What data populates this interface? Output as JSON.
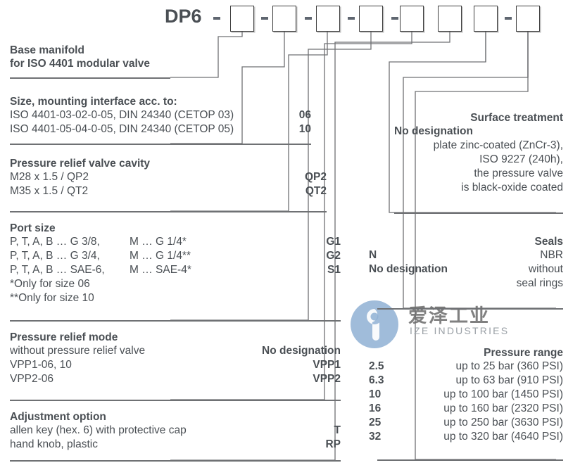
{
  "order_code": {
    "prefix": "DP6",
    "separator": "-",
    "boxes": [
      "",
      "",
      "",
      "",
      "",
      "",
      "",
      ""
    ]
  },
  "watermark": {
    "cn": "爱泽工业",
    "en": "IZE INDUSTRIES"
  },
  "blocks": {
    "base_manifold": {
      "title_line1": "Base manifold",
      "title_line2": "for ISO 4401 modular valve"
    },
    "size": {
      "title": "Size, mounting interface acc. to:",
      "rows": [
        {
          "desc": "ISO 4401-03-02-0-05, DIN 24340 (CETOP 03)",
          "code": "06"
        },
        {
          "desc": "ISO 4401-05-04-0-05, DIN 24340 (CETOP 05)",
          "code": "10"
        }
      ]
    },
    "cavity": {
      "title": "Pressure relief valve cavity",
      "rows": [
        {
          "desc": "M28 x 1.5 / QP2",
          "code": "QP2"
        },
        {
          "desc": "M35 x 1.5 / QT2",
          "code": "QT2"
        }
      ]
    },
    "port_size": {
      "title": "Port size",
      "rows": [
        {
          "ports": "P, T, A, B … G 3/8,",
          "m": "M … G 1/4*",
          "code": "G1"
        },
        {
          "ports": "P, T, A, B … G 3/4,",
          "m": "M … G 1/4**",
          "code": "G2"
        },
        {
          "ports": "P, T, A, B … SAE-6,",
          "m": "M … SAE-4*",
          "code": "S1"
        }
      ],
      "notes": [
        "*Only for size 06",
        "**Only for size 10"
      ]
    },
    "relief_mode": {
      "title": "Pressure relief mode",
      "rows": [
        {
          "desc": "without pressure relief valve",
          "code": "No designation"
        },
        {
          "desc": "VPP1-06, 10",
          "code": "VPP1"
        },
        {
          "desc": "VPP2-06",
          "code": "VPP2"
        }
      ]
    },
    "adjustment": {
      "title": "Adjustment option",
      "rows": [
        {
          "desc": "allen key (hex. 6) with protective cap",
          "code": "T"
        },
        {
          "desc": "hand knob, plastic",
          "code": "RP"
        }
      ]
    },
    "surface": {
      "title": "Surface treatment",
      "code": "No designation",
      "lines": [
        "plate zinc-coated (ZnCr-3),",
        "ISO 9227 (240h),",
        "the pressure valve",
        "is black-oxide coated"
      ]
    },
    "seals": {
      "title": "Seals",
      "rows": [
        {
          "code": "N",
          "desc": "NBR"
        },
        {
          "code": "No designation",
          "desc": "without"
        }
      ],
      "tail": "seal rings"
    },
    "pressure_range": {
      "title": "Pressure range",
      "rows": [
        {
          "code": "2.5",
          "desc": "up to 25 bar (360 PSI)"
        },
        {
          "code": "6.3",
          "desc": "up to 63 bar (910 PSI)"
        },
        {
          "code": "10",
          "desc": "up to 100 bar (1450 PSI)"
        },
        {
          "code": "16",
          "desc": "up to 160 bar (2320 PSI)"
        },
        {
          "code": "25",
          "desc": "up to 250 bar (3630 PSI)"
        },
        {
          "code": "32",
          "desc": "up to 320 bar (4640 PSI)"
        }
      ]
    }
  },
  "colors": {
    "text": "#4a4f54",
    "line": "#6f7174",
    "box_border": "#3e3e3e",
    "watermark_blue": "#8fb0d4"
  }
}
